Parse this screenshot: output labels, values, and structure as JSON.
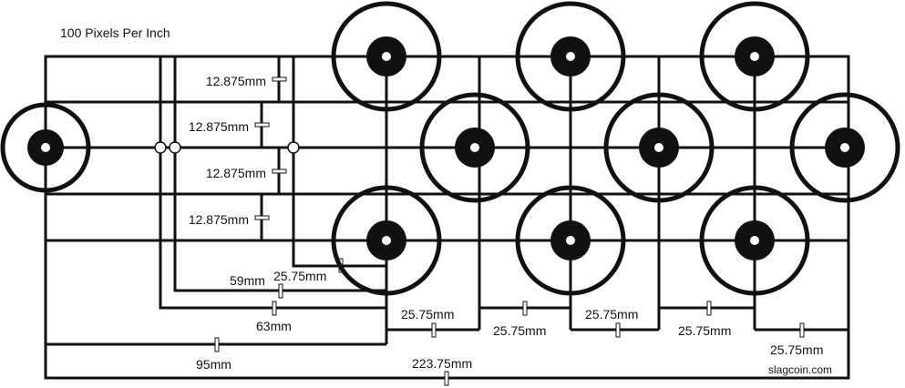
{
  "title": "100 Pixels Per Inch",
  "credit": "slagcoin.com",
  "labels": {
    "row1": "12.875mm",
    "row2": "12.875mm",
    "row3": "12.875mm",
    "row4": "12.875mm",
    "d_25_first": "25.75mm",
    "d_59": "59mm",
    "d_63": "63mm",
    "d_95": "95mm",
    "d_total": "223.75mm",
    "s1": "25.75mm",
    "s2": "25.75mm",
    "s3": "25.75mm",
    "s4": "25.75mm",
    "s5": "25.75mm"
  }
}
